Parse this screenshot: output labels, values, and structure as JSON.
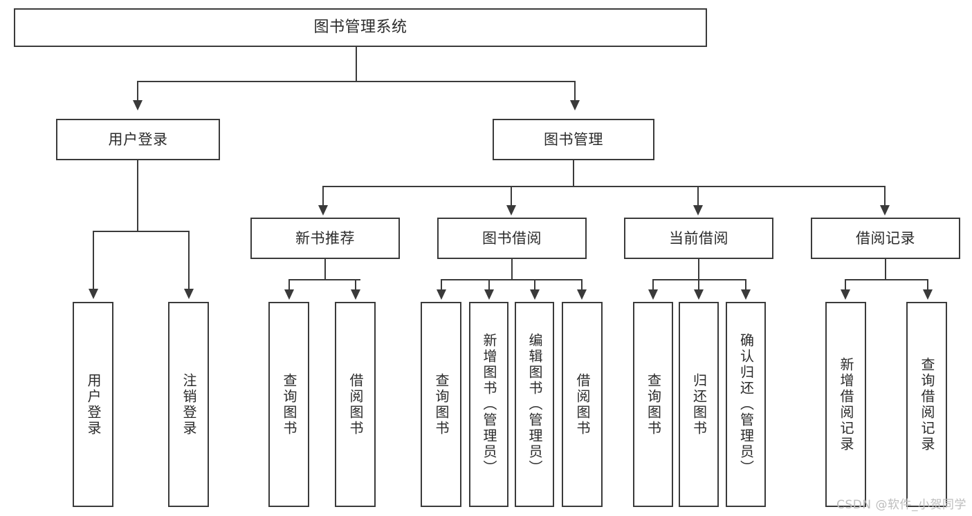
{
  "diagram": {
    "title": "图书管理系统",
    "watermark": "CSDN @软件_小贺同学",
    "root": {
      "label": "图书管理系统"
    },
    "level2": [
      {
        "label": "用户登录"
      },
      {
        "label": "图书管理"
      }
    ],
    "level3": [
      {
        "label": "新书推荐"
      },
      {
        "label": "图书借阅"
      },
      {
        "label": "当前借阅"
      },
      {
        "label": "借阅记录"
      }
    ],
    "leaves": {
      "user_login": [
        {
          "label": "用户登录"
        },
        {
          "label": "注销登录"
        }
      ],
      "new_book_recommend": [
        {
          "label": "查询图书"
        },
        {
          "label": "借阅图书"
        }
      ],
      "book_borrow": [
        {
          "label": "查询图书"
        },
        {
          "label": "新增图书（管理员）"
        },
        {
          "label": "编辑图书（管理员）"
        },
        {
          "label": "借阅图书"
        }
      ],
      "current_borrow": [
        {
          "label": "查询图书"
        },
        {
          "label": "归还图书"
        },
        {
          "label": "确认归还（管理员）"
        }
      ],
      "borrow_records": [
        {
          "label": "新增借阅记录"
        },
        {
          "label": "查询借阅记录"
        }
      ]
    },
    "colors": {
      "stroke": "#3a3a3a",
      "fill": "#ffffff",
      "text": "#2b2b2b",
      "watermark": "#bdbdbd"
    }
  }
}
